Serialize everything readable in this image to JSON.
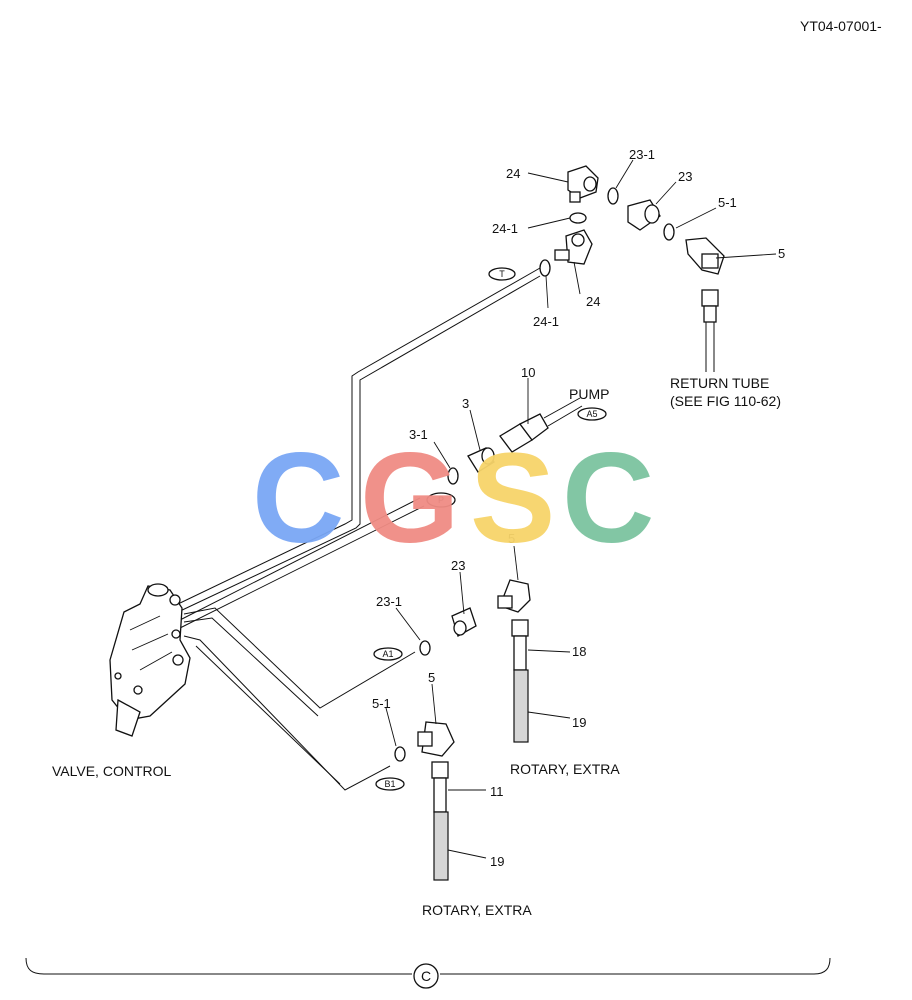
{
  "doc_id": "YT04-07001-",
  "watermark": "CGSC",
  "watermark_colors": [
    "#7aa7f5",
    "#f08c84",
    "#f7d46a",
    "#7cc4a0"
  ],
  "callouts": {
    "c24_top": "24",
    "c24_1_top": "24-1",
    "c24_bottom": "24",
    "c24_1_bottom": "24-1",
    "c23_1_top": "23-1",
    "c23_top": "23",
    "c5_1_top": "5-1",
    "c5_top": "5",
    "c10": "10",
    "c3": "3",
    "c3_1": "3-1",
    "c5_mid": "5",
    "c23_mid": "23",
    "c23_1_mid": "23-1",
    "c18": "18",
    "c19_mid": "19",
    "c5_low": "5",
    "c5_1_low": "5-1",
    "c11": "11",
    "c19_low": "19"
  },
  "ports": {
    "T": "T",
    "A5": "A5",
    "P": "P",
    "A1": "A1",
    "B1": "B1"
  },
  "captions": {
    "return_tube_1": "RETURN TUBE",
    "return_tube_2": "(SEE FIG 110-62)",
    "pump": "PUMP",
    "valve_control": "VALVE, CONTROL",
    "rotary_extra_1": "ROTARY, EXTRA",
    "rotary_extra_2": "ROTARY, EXTRA"
  },
  "section_marker": "C"
}
